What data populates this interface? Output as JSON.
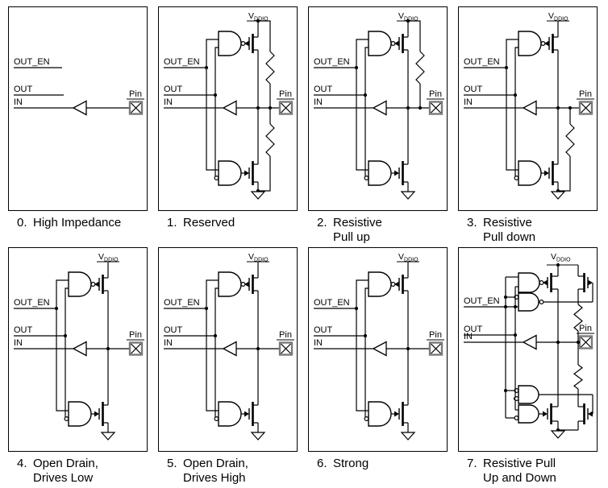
{
  "figure_name": "gpio-drive-mode-diagrams",
  "colors": {
    "line": "#000000",
    "background": "#ffffff",
    "pin_box_border": "#7a7a7a"
  },
  "labels": {
    "out_en": "OUT_EN",
    "out": "OUT",
    "in": "IN",
    "pin": "Pin",
    "vddio_v": "V",
    "vddio_sub": "DDIO"
  },
  "panels": [
    {
      "number": "0.",
      "caption_line1": "High Impedance",
      "caption_line2": "",
      "circuit": "input_buffer_only",
      "pull_up": false,
      "pull_down": false
    },
    {
      "number": "1.",
      "caption_line1": "Reserved",
      "caption_line2": "",
      "circuit": "driver",
      "pull_up": true,
      "pull_down": true
    },
    {
      "number": "2.",
      "caption_line1": "Resistive",
      "caption_line2": "Pull up",
      "circuit": "driver",
      "pull_up": true,
      "pull_down": false
    },
    {
      "number": "3.",
      "caption_line1": "Resistive",
      "caption_line2": "Pull down",
      "circuit": "driver",
      "pull_up": false,
      "pull_down": true
    },
    {
      "number": "4.",
      "caption_line1": "Open Drain,",
      "caption_line2": "Drives Low",
      "circuit": "driver",
      "pull_up": false,
      "pull_down": false
    },
    {
      "number": "5.",
      "caption_line1": "Open Drain,",
      "caption_line2": "Drives High",
      "circuit": "driver",
      "pull_up": false,
      "pull_down": false
    },
    {
      "number": "6.",
      "caption_line1": "Strong",
      "caption_line2": "",
      "circuit": "driver",
      "pull_up": false,
      "pull_down": false
    },
    {
      "number": "7.",
      "caption_line1": "Resistive Pull",
      "caption_line2": "Up and Down",
      "circuit": "driver_dual_resistive",
      "pull_up": true,
      "pull_down": true
    }
  ]
}
